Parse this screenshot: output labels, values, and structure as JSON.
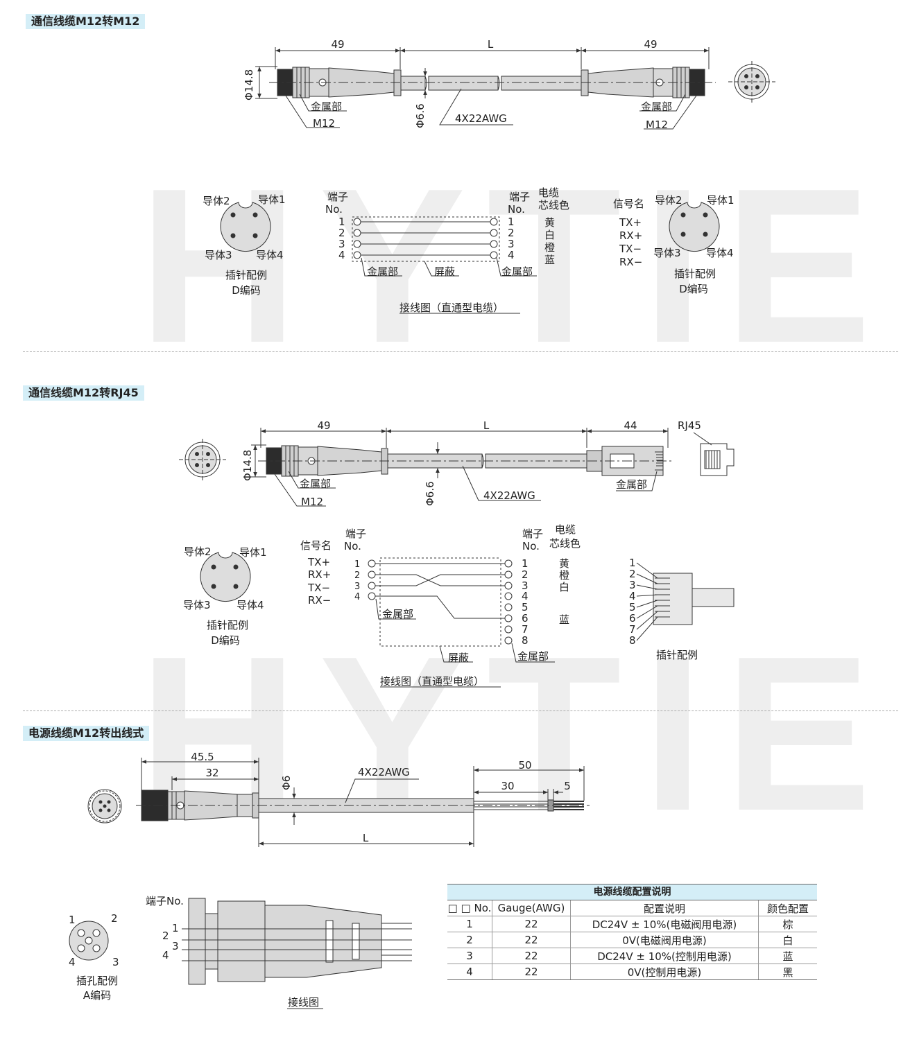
{
  "watermark": "HYTIE",
  "sections": {
    "s1": {
      "title": "通信线缆M12转M12",
      "dims": {
        "left": "49",
        "mid": "L",
        "right": "49"
      },
      "labels": {
        "dia_big": "Φ14.8",
        "dia_small": "Φ6.6",
        "metal": "金属部",
        "m12": "M12",
        "awg": "4X22AWG"
      },
      "pin_left": {
        "c2": "导体2",
        "c1": "导体1",
        "c3": "导体3",
        "c4": "导体4",
        "caption1": "插针配例",
        "caption2": "D编码"
      },
      "pin_right": {
        "signal_label": "信号名",
        "c2": "导体2",
        "c1": "导体1",
        "c3": "导体3",
        "c4": "导体4",
        "caption1": "插针配例",
        "caption2": "D编码"
      },
      "wiring": {
        "term_label_1": "端子",
        "term_label_2": "No.",
        "cable_label_1": "电缆",
        "cable_label_2": "芯线色",
        "nums": [
          "1",
          "2",
          "3",
          "4"
        ],
        "colors": [
          "黄",
          "白",
          "橙",
          "蓝"
        ],
        "signals": [
          "TX+",
          "RX+",
          "TX−",
          "RX−"
        ],
        "metal_left": "金属部",
        "shield": "屏蔽",
        "metal_right": "金属部",
        "caption": "接线图（直通型电缆）"
      }
    },
    "s2": {
      "title": "通信线缆M12转RJ45",
      "dims": {
        "left": "49",
        "mid": "L",
        "right": "44"
      },
      "labels": {
        "rj45": "RJ45",
        "dia_big": "Φ14.8",
        "dia_small": "Φ6.6",
        "metal": "金属部",
        "metal_right": "金属部",
        "m12": "M12",
        "awg": "4X22AWG"
      },
      "pin": {
        "c2": "导体2",
        "c1": "导体1",
        "c3": "导体3",
        "c4": "导体4",
        "caption1": "插针配例",
        "caption2": "D编码"
      },
      "wiring": {
        "signal_label": "信号名",
        "term_label_1": "端子",
        "term_label_2": "No.",
        "cable_label_1": "电缆",
        "cable_label_2": "芯线色",
        "signals": [
          "TX+",
          "RX+",
          "TX−",
          "RX−"
        ],
        "left_nums": [
          "1",
          "2",
          "3",
          "4"
        ],
        "right_nums": [
          "1",
          "2",
          "3",
          "4",
          "5",
          "6",
          "7",
          "8"
        ],
        "colors_top": [
          "黄",
          "橙",
          "白"
        ],
        "color_blue": "蓝",
        "metal_left": "金属部",
        "shield": "屏蔽",
        "metal_right": "金属部",
        "caption": "接线图（直通型电缆）"
      },
      "rj45_pins": {
        "nums": [
          "1",
          "2",
          "3",
          "4",
          "5",
          "6",
          "7",
          "8"
        ],
        "caption": "插针配例"
      }
    },
    "s3": {
      "title": "电源线缆M12转出线式",
      "dims": {
        "d455": "45.5",
        "d32": "32",
        "d6": "Φ6",
        "awg": "4X22AWG",
        "d50": "50",
        "d30": "30",
        "d5": "5",
        "L": "L"
      },
      "socket": {
        "n1": "1",
        "n2": "2",
        "n3": "3",
        "n4": "4",
        "caption1": "插孔配例",
        "caption2": "A编码"
      },
      "wiring": {
        "term_label": "端子No.",
        "nums": [
          "1",
          "2",
          "3",
          "4"
        ],
        "caption": "接线图"
      }
    }
  },
  "spec_table": {
    "title": "电源线缆配置说明",
    "headers": [
      "□ □ No.",
      "Gauge(AWG)",
      "配置说明",
      "颜色配置"
    ],
    "rows": [
      [
        "1",
        "22",
        "DC24V ± 10%(电磁阀用电源)",
        "棕"
      ],
      [
        "2",
        "22",
        "0V(电磁阀用电源)",
        "白"
      ],
      [
        "3",
        "22",
        "DC24V ± 10%(控制用电源)",
        "蓝"
      ],
      [
        "4",
        "22",
        "0V(控制用电源)",
        "黑"
      ]
    ]
  }
}
